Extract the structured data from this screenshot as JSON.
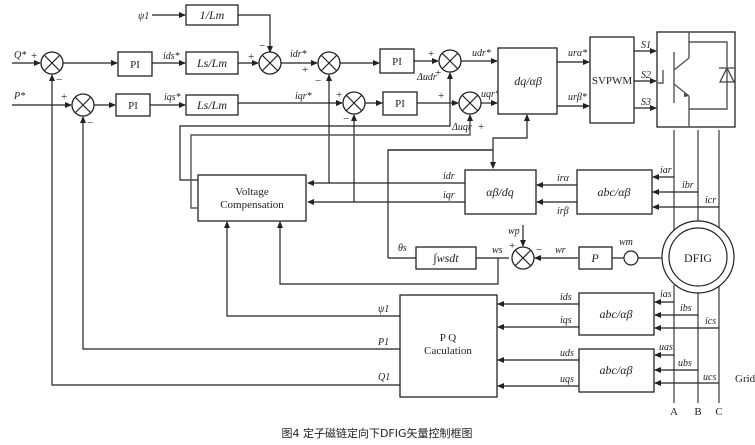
{
  "caption": "图4   定子磁链定向下DFIG矢量控制框图",
  "blocks": {
    "inv_lm": "1/Lm",
    "pi1": "PI",
    "pi2": "PI",
    "pi3": "PI",
    "pi4": "PI",
    "ls_lm1": "Ls/Lm",
    "ls_lm2": "Ls/Lm",
    "dq_ab": "dq/αβ",
    "svpwm": "SVPWM",
    "ab_dq": "αβ/dq",
    "abc_ab_rotor": "abc/αβ",
    "vc_line1": "Voltage",
    "vc_line2": "Compensation",
    "integrator": "∫wsdt",
    "p_block": "P",
    "dfig": "DFIG",
    "pq_line1": "P Q",
    "pq_line2": "Caculation",
    "abc_ab_stator_i": "abc/αβ",
    "abc_ab_stator_u": "abc/αβ"
  },
  "signals": {
    "psi1_in": "ψ1",
    "q_ref": "Q*",
    "p_ref": "P*",
    "ids_ref": "ids*",
    "iqs_ref": "iqs*",
    "idr_ref": "idr*",
    "iqr_ref": "iqr*",
    "udr_ref": "udr*",
    "uqr_ref": "uqr*",
    "delta_udr": "Δudr",
    "delta_uqr": "Δuqr",
    "ura_ref": "urα*",
    "urb_ref": "urβ*",
    "s1": "S1",
    "s2": "S2",
    "s3": "S3",
    "idr": "idr",
    "iqr": "iqr",
    "ira": "irα",
    "irb": "irβ",
    "iar": "iar",
    "ibr": "ibr",
    "icr": "icr",
    "theta_s": "θs",
    "wp": "wp",
    "ws": "ws",
    "wr": "wr",
    "wm": "wm",
    "psi1_out": "ψ1",
    "p1": "P1",
    "q1": "Q1",
    "ids": "ids",
    "iqs": "iqs",
    "uds": "uds",
    "uqs": "uqs",
    "ias": "ias",
    "ibs": "ibs",
    "ics": "ics",
    "uas": "uas",
    "ubs": "ubs",
    "ucs": "ucs",
    "grid": "Grid",
    "phase_a": "A",
    "phase_b": "B",
    "phase_c": "C"
  },
  "signs": {
    "plus": "+",
    "minus": "−"
  }
}
